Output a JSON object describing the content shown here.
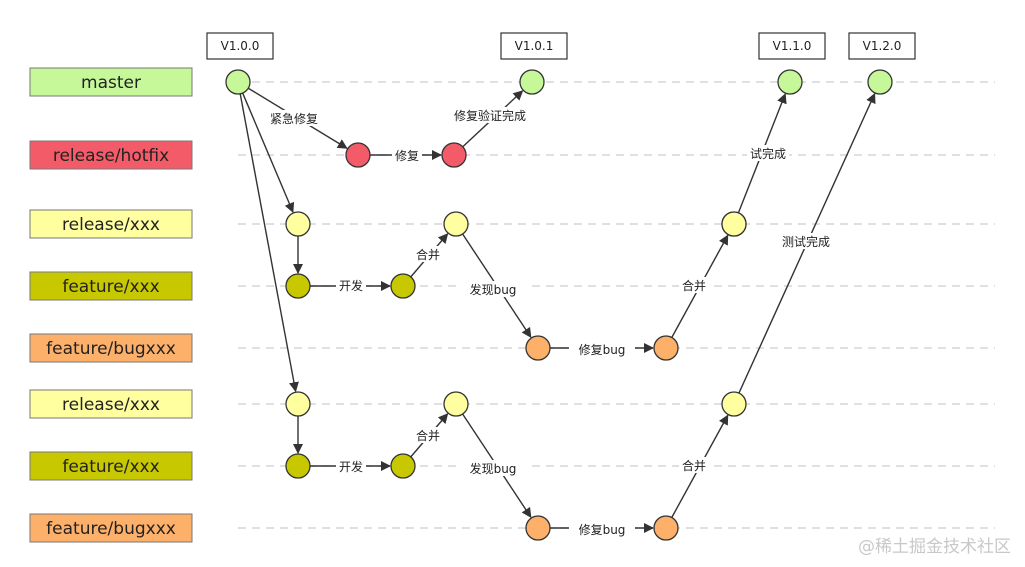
{
  "colors": {
    "master": "#c6f89a",
    "hotfix": "#f45b69",
    "release": "#ffffa0",
    "feature": "#c8c800",
    "bug": "#fdb06a",
    "line": "#333333",
    "lane_line": "#d6d6d6",
    "watermark": "#c8c8c8"
  },
  "lanes": [
    {
      "id": "master",
      "label": "master",
      "color": "master"
    },
    {
      "id": "hotfix",
      "label": "release/hotfix",
      "color": "hotfix"
    },
    {
      "id": "release1",
      "label": "release/xxx",
      "color": "release"
    },
    {
      "id": "feature1",
      "label": "feature/xxx",
      "color": "feature"
    },
    {
      "id": "bug1",
      "label": "feature/bugxxx",
      "color": "bug"
    },
    {
      "id": "release2",
      "label": "release/xxx",
      "color": "release"
    },
    {
      "id": "feature2",
      "label": "feature/xxx",
      "color": "feature"
    },
    {
      "id": "bug2",
      "label": "feature/bugxxx",
      "color": "bug"
    }
  ],
  "tags": [
    {
      "node": "m0",
      "label": "V1.0.0"
    },
    {
      "node": "m1",
      "label": "V1.0.1"
    },
    {
      "node": "m2",
      "label": "V1.1.0"
    },
    {
      "node": "m3",
      "label": "V1.2.0"
    }
  ],
  "nodes": [
    {
      "id": "m0",
      "lane": "master"
    },
    {
      "id": "m1",
      "lane": "master"
    },
    {
      "id": "m2",
      "lane": "master"
    },
    {
      "id": "m3",
      "lane": "master"
    },
    {
      "id": "h1",
      "lane": "hotfix"
    },
    {
      "id": "h2",
      "lane": "hotfix"
    },
    {
      "id": "r1a",
      "lane": "release1"
    },
    {
      "id": "r1b",
      "lane": "release1"
    },
    {
      "id": "r1c",
      "lane": "release1"
    },
    {
      "id": "h3",
      "lane": "release1"
    },
    {
      "id": "f1a",
      "lane": "feature1"
    },
    {
      "id": "f1b",
      "lane": "feature1"
    },
    {
      "id": "b1a",
      "lane": "bug1"
    },
    {
      "id": "b1b",
      "lane": "bug1"
    },
    {
      "id": "r2a",
      "lane": "release2"
    },
    {
      "id": "r2b",
      "lane": "release2"
    },
    {
      "id": "r2c",
      "lane": "release2"
    },
    {
      "id": "f2a",
      "lane": "feature2"
    },
    {
      "id": "f2b",
      "lane": "feature2"
    },
    {
      "id": "b2a",
      "lane": "bug2"
    },
    {
      "id": "b2b",
      "lane": "bug2"
    }
  ],
  "edges": [
    {
      "from": "m0",
      "to": "h1",
      "label": "紧急修复"
    },
    {
      "from": "h1",
      "to": "h2",
      "label": "修复"
    },
    {
      "from": "h2",
      "to": "m1",
      "label": "修复验证完成"
    },
    {
      "from": "m0",
      "to": "r1a",
      "label": ""
    },
    {
      "from": "m0",
      "to": "r2a",
      "label": ""
    },
    {
      "from": "r1a",
      "to": "f1a",
      "label": ""
    },
    {
      "from": "f1a",
      "to": "f1b",
      "label": "开发"
    },
    {
      "from": "f1b",
      "to": "r1b",
      "label": "合并"
    },
    {
      "from": "r1b",
      "to": "b1a",
      "label": "发现bug"
    },
    {
      "from": "b1a",
      "to": "b1b",
      "label": "修复bug"
    },
    {
      "from": "b1b",
      "to": "r1c",
      "label": "合并"
    },
    {
      "from": "r1c",
      "to": "m2",
      "label": "试完成"
    },
    {
      "from": "r2a",
      "to": "f2a",
      "label": ""
    },
    {
      "from": "f2a",
      "to": "f2b",
      "label": "开发"
    },
    {
      "from": "f2b",
      "to": "r2b",
      "label": "合并"
    },
    {
      "from": "r2b",
      "to": "b2a",
      "label": "发现bug"
    },
    {
      "from": "b2a",
      "to": "b2b",
      "label": "修复bug"
    },
    {
      "from": "b2b",
      "to": "r2c",
      "label": "合并"
    },
    {
      "from": "r2c",
      "to": "m3",
      "label": "测试完成"
    }
  ],
  "watermark": "@稀土掘金技术社区"
}
